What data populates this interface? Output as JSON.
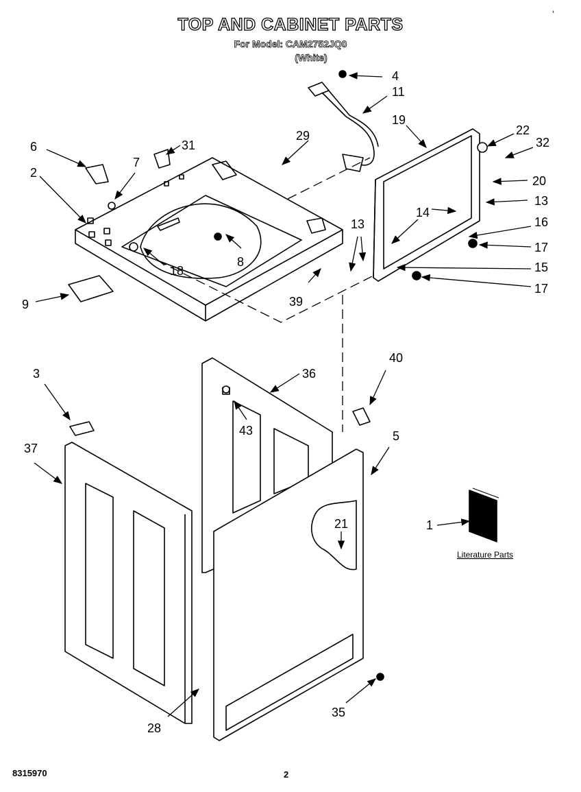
{
  "header": {
    "title": "TOP AND CABINET PARTS",
    "model_line": "For Model: CAM2752JQ0",
    "color_line": "(White)"
  },
  "labels": {
    "l1": "1",
    "l2": "2",
    "l3": "3",
    "l4": "4",
    "l5": "5",
    "l6": "6",
    "l7": "7",
    "l8": "8",
    "l9": "9",
    "l11": "11",
    "l13a": "13",
    "l13b": "13",
    "l14": "14",
    "l15": "15",
    "l16": "16",
    "l17a": "17",
    "l17b": "17",
    "l18": "18",
    "l19": "19",
    "l20": "20",
    "l21": "21",
    "l22": "22",
    "l28": "28",
    "l29": "29",
    "l31": "31",
    "l32": "32",
    "l35": "35",
    "l36": "36",
    "l37": "37",
    "l39": "39",
    "l40": "40",
    "l43": "43"
  },
  "literature": "Literature Parts",
  "footer": {
    "doc_number": "8315970",
    "page": "2"
  },
  "corner_mark": "‘"
}
